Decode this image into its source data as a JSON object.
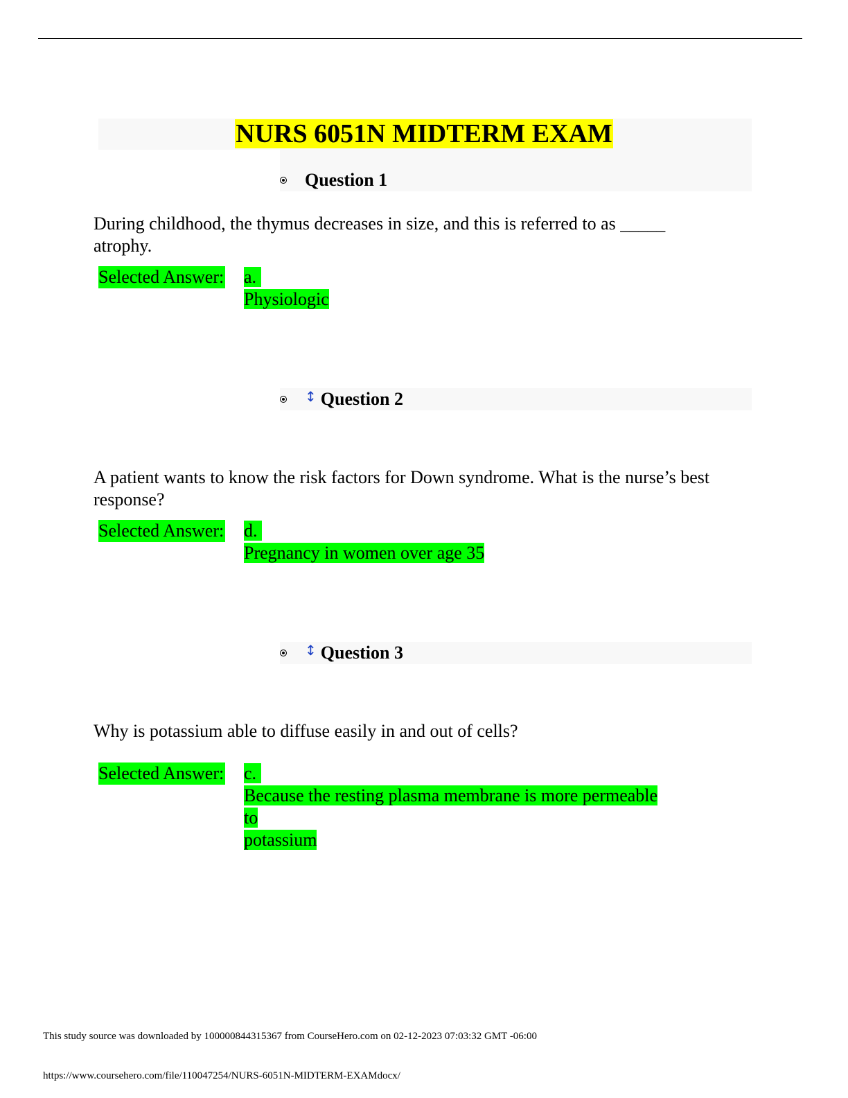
{
  "title": "NURS 6051N MIDTERM EXAM",
  "questions": [
    {
      "label": "Question 1",
      "text": "During childhood, the thymus decreases in size, and this is referred to as _____ atrophy.",
      "selected_label": "Selected Answer:",
      "answer_letter": "a.",
      "answer_lines": [
        "Physiologic"
      ]
    },
    {
      "label": "Question 2",
      "text": "A patient wants to know the risk factors for Down syndrome. What is the nurse’s best response?",
      "selected_label": "Selected Answer:",
      "answer_letter": "d.",
      "answer_lines": [
        "Pregnancy in women over age 35"
      ]
    },
    {
      "label": "Question 3",
      "text": "Why is potassium able to diffuse easily in and out of cells?",
      "selected_label": "Selected Answer:",
      "answer_letter": "c.",
      "answer_lines": [
        "Because the resting plasma membrane is more permeable ",
        "to",
        "potassium "
      ]
    }
  ],
  "icons": {
    "bullet": "bullet-circle-icon",
    "move": "move-vertical-icon"
  },
  "colors": {
    "title_highlight": "#ffff00",
    "answer_highlight": "#00ff00",
    "move_icon": "#1a3fc4"
  },
  "footer": {
    "line1": "This study source was downloaded by 100000844315367 from CourseHero.com on 02-12-2023 07:03:32 GMT -06:00",
    "line2": "https://www.coursehero.com/file/110047254/NURS-6051N-MIDTERM-EXAMdocx/"
  }
}
